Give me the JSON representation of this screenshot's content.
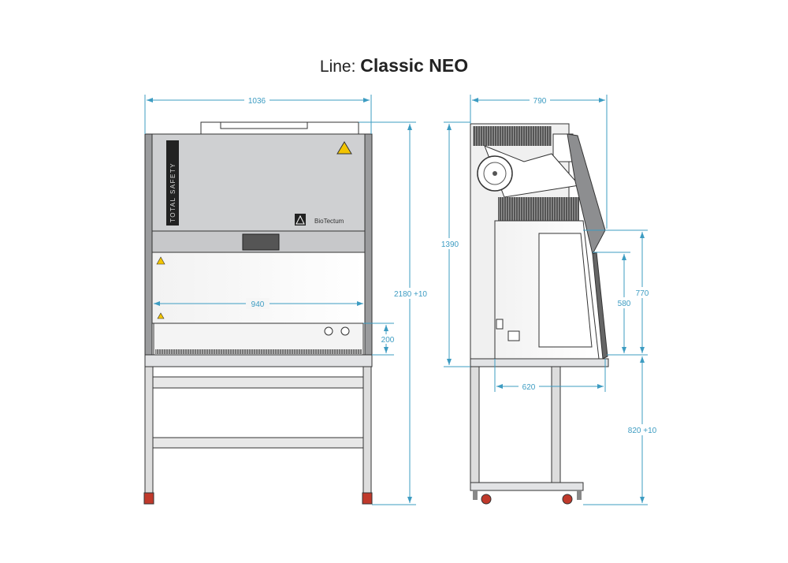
{
  "title": {
    "prefix": "Line:",
    "model": "Classic NEO"
  },
  "front_view": {
    "panel_label": "TOTAL SAFETY",
    "brand_logo": "BioTectum",
    "dims": {
      "width": "1036",
      "work_width": "940",
      "lower_height": "200",
      "total_height": "2180 +10"
    }
  },
  "side_view": {
    "dims": {
      "depth": "790",
      "cabinet_height": "1390",
      "front_height": "770",
      "opening_height": "580",
      "work_depth": "620",
      "stand_height": "820 +10"
    }
  },
  "colors": {
    "dimension": "#3d9cc2",
    "panel": "#cfd0d2",
    "dark": "#444"
  }
}
